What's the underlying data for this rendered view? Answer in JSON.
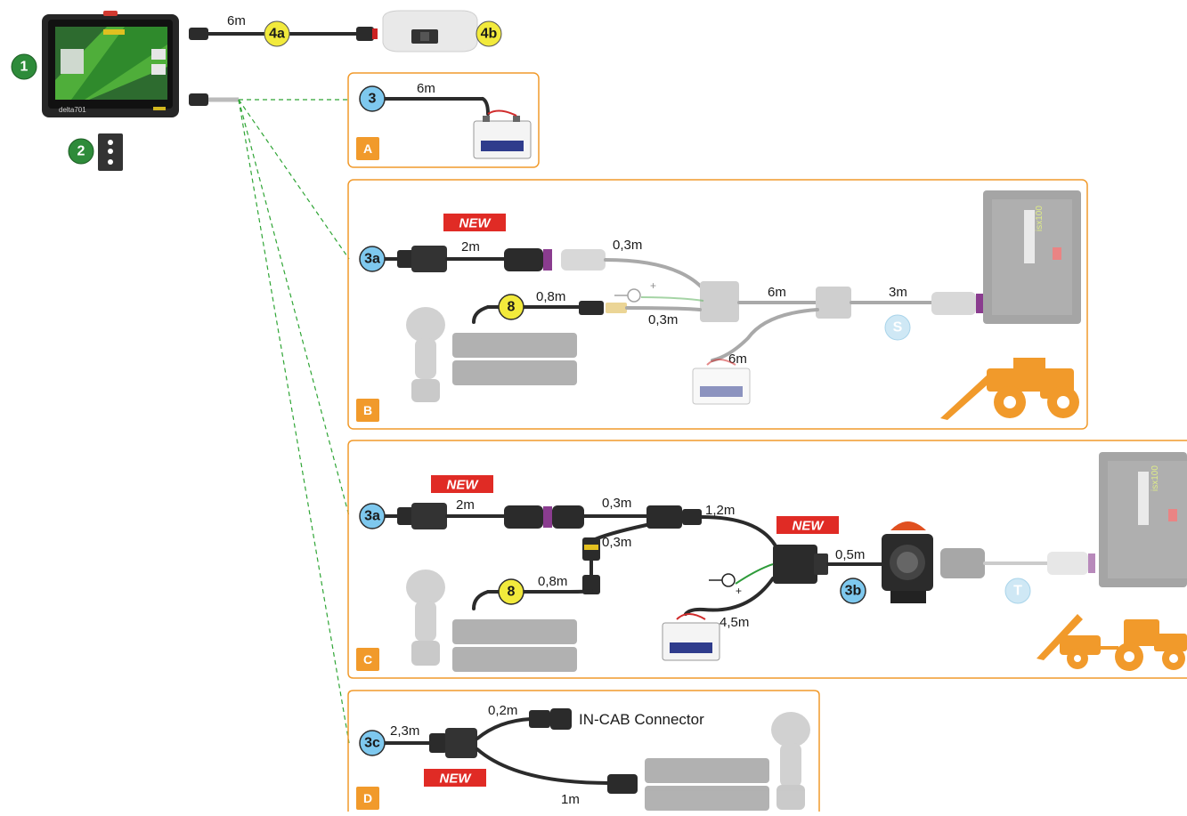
{
  "colors": {
    "accent_orange": "#f19a2b",
    "badge_green": "#2e8b3a",
    "badge_yellow": "#f2ea3c",
    "badge_blue": "#7ec8ee",
    "badge_pale_blue": "#cfe8f5",
    "new_red": "#e02b25",
    "dashed_green": "#2fa535"
  },
  "top": {
    "badge_1": "1",
    "badge_2": "2",
    "badge_4a": "4a",
    "badge_4b": "4b",
    "length_4a": "6m",
    "display_brand": "delta701"
  },
  "section_a": {
    "tag": "A",
    "badge": "3",
    "length": "6m"
  },
  "section_b": {
    "tag": "B",
    "badge_main": "3a",
    "badge_8": "8",
    "badge_s": "S",
    "new_label": "NEW",
    "len_2m": "2m",
    "len_03m_top": "0,3m",
    "len_08m": "0,8m",
    "len_03m_bottom": "0,3m",
    "len_6m": "6m",
    "len_3m": "3m",
    "len_battery": "6m",
    "ecu_label": "isx100"
  },
  "section_c": {
    "tag": "C",
    "badge_main": "3a",
    "badge_8": "8",
    "badge_3b": "3b",
    "badge_t": "T",
    "new_label_1": "NEW",
    "new_label_2": "NEW",
    "len_2m": "2m",
    "len_03m_top": "0,3m",
    "len_12m": "1,2m",
    "len_03m_bottom": "0,3m",
    "len_08m": "0,8m",
    "len_05m": "0,5m",
    "len_45m": "4,5m",
    "ecu_label": "isx100"
  },
  "section_d": {
    "tag": "D",
    "badge_main": "3c",
    "new_label": "NEW",
    "len_23m": "2,3m",
    "len_02m": "0,2m",
    "len_1m": "1m",
    "connector_label": "IN-CAB Connector"
  }
}
